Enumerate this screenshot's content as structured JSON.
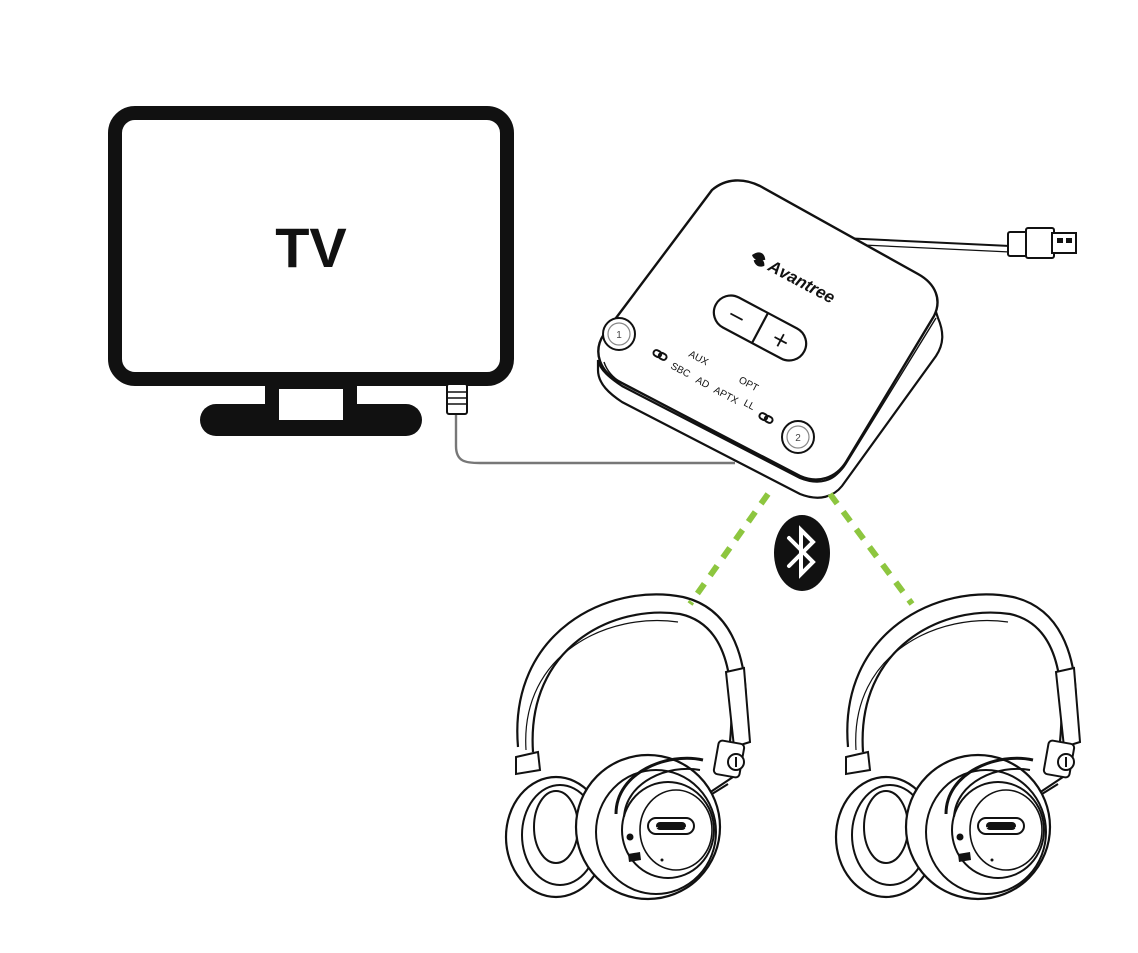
{
  "tv": {
    "label": "TV"
  },
  "transmitter": {
    "brand": "Avantree",
    "volume_down_label": "−",
    "volume_up_label": "+",
    "pair_button_1": "1",
    "pair_button_2": "2",
    "modes": {
      "aux": "AUX",
      "sbc": "SBC",
      "ad": "AD",
      "aptx": "APTX",
      "opt": "OPT",
      "ll": "LL"
    }
  },
  "bluetooth": {
    "icon": "bluetooth-icon",
    "glyph": "ᛒ"
  },
  "headphones": [
    {
      "id": "headphone-1",
      "icon": "headphones-icon"
    },
    {
      "id": "headphone-2",
      "icon": "headphones-icon"
    }
  ],
  "colors": {
    "outline": "#111111",
    "signal": "#8dc63f",
    "cable": "#777777",
    "background": "#ffffff"
  }
}
